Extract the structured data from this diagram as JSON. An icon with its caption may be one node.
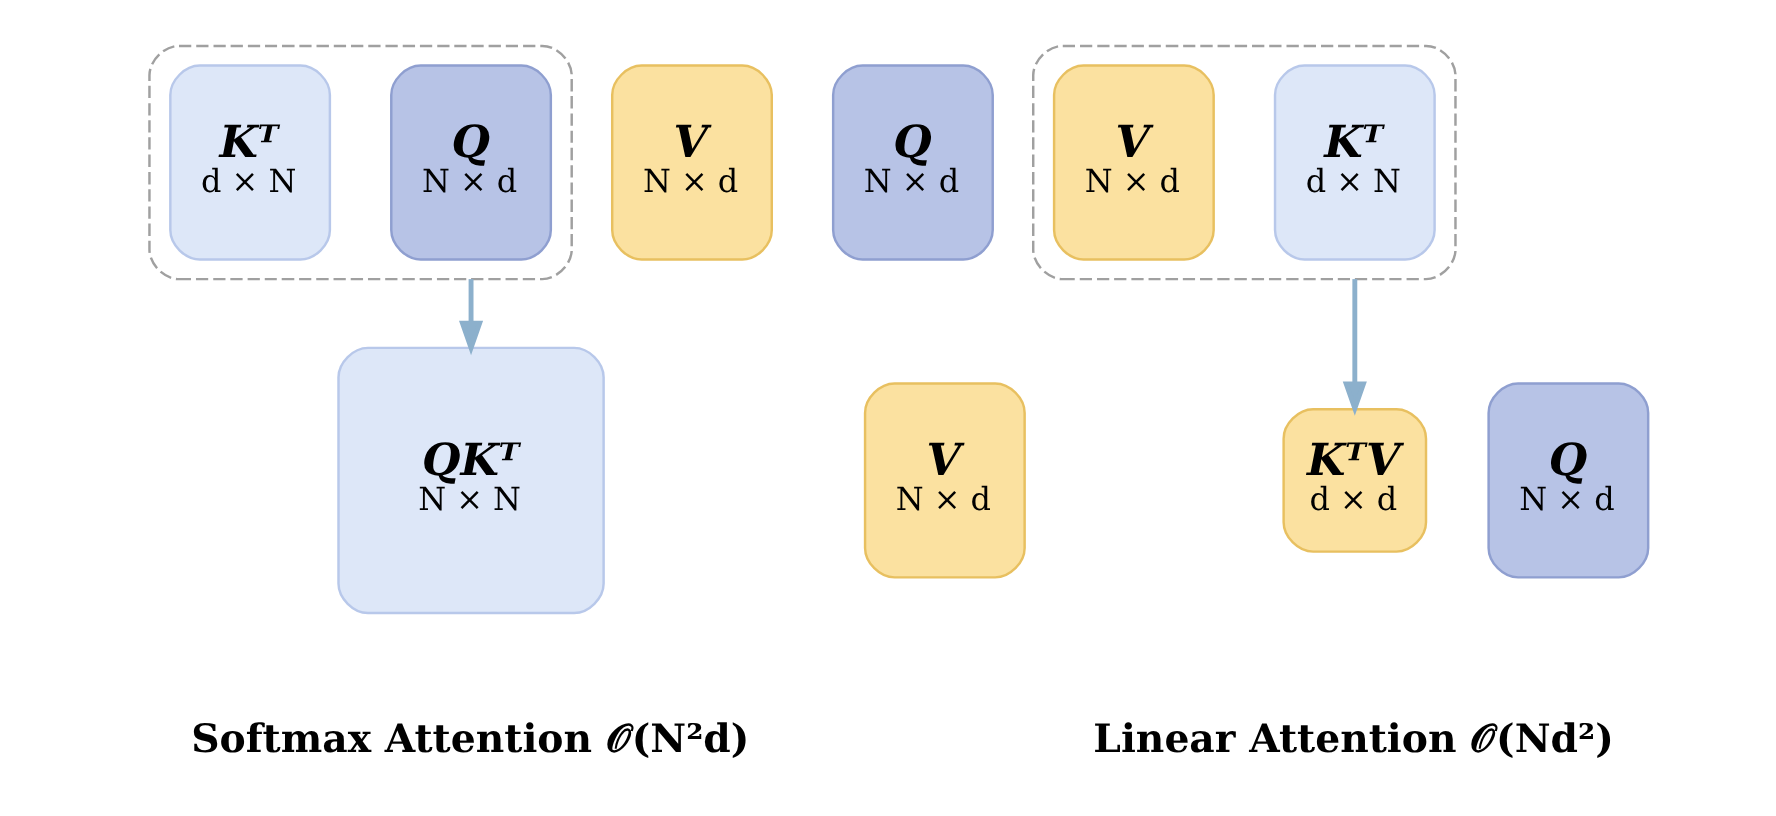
{
  "diagram": {
    "nodes": [
      {
        "text": [],
        "shape": "box"
      },
      {
        "text": [
          "Q",
          "N × d"
        ],
        "in": 0
      },
      {
        "text": [
          "Kᵀ",
          "d × N"
        ],
        "in": 0
      },
      {
        "text": [
          "V",
          "N × d"
        ]
      },
      {
        "text": [
          "QKᵀ",
          "N × N"
        ]
      },
      {
        "text": [
          "V",
          "N × d"
        ]
      },
      {
        "text": [
          "Q",
          "N × d"
        ]
      },
      {
        "text": [],
        "shape": "box"
      },
      {
        "text": [
          "Kᵀ",
          "d × N"
        ],
        "in": 7
      },
      {
        "text": [
          "V",
          "N × d"
        ],
        "in": 7
      },
      {
        "text": [
          "Q",
          "N × d"
        ]
      },
      {
        "text": [
          "KᵀV",
          "d × d"
        ]
      }
    ],
    "edges": [
      {
        "from": 0,
        "to": 4,
        "arrow": "to"
      },
      {
        "from": 7,
        "to": 11,
        "arrow": "to"
      }
    ],
    "labels": [
      "Softmax Attention 𝒪(N²d)",
      "Linear Attention 𝒪(Nd²)"
    ]
  }
}
